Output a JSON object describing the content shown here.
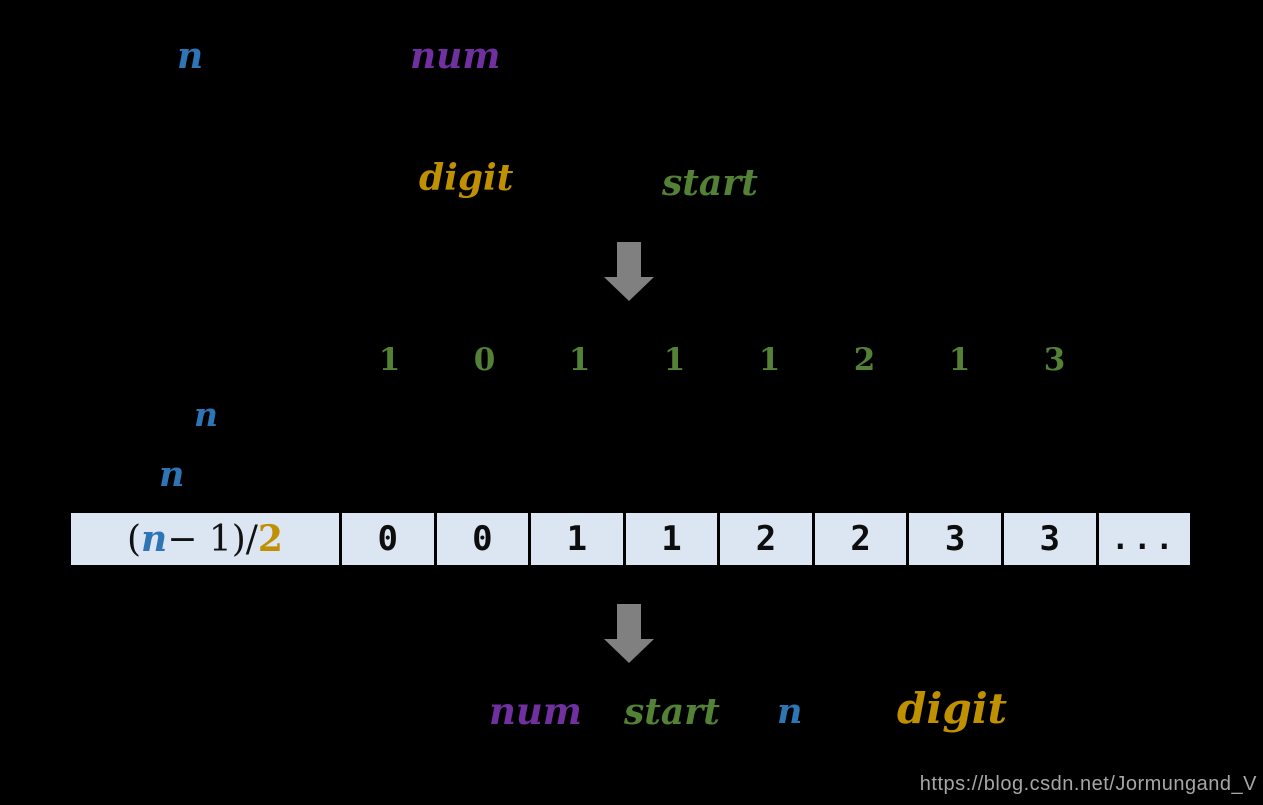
{
  "colors": {
    "background": "#000000",
    "variable_n_blue": "#2E75B6",
    "variable_num_purple": "#7030A0",
    "variable_digit_gold": "#BF9000",
    "variable_start_green": "#538135",
    "arrow_gray": "#808080",
    "table_cell_bg": "#DCE6F2",
    "table_cell_text": "#0D0D0D",
    "watermark_gray": "#A6A6A6"
  },
  "top_labels": {
    "n": "n",
    "num": "num",
    "digit": "digit",
    "start": "start"
  },
  "mid_labels": {
    "n_upper": "n",
    "n_lower": "n"
  },
  "green_digit_row": [
    "1",
    "0",
    "1",
    "1",
    "1",
    "2",
    "1",
    "3"
  ],
  "table": {
    "formula": {
      "open_paren": "(",
      "variable": "n",
      "minus_one_close": " − 1)/",
      "divisor": "2"
    },
    "cells": [
      "0",
      "0",
      "1",
      "1",
      "2",
      "2",
      "3",
      "3",
      "..."
    ]
  },
  "bottom_labels": {
    "num": "num",
    "start": "start",
    "n": "n",
    "digit": "digit"
  },
  "icons": {
    "arrow_top": "down-arrow",
    "arrow_bottom": "down-arrow"
  },
  "watermark": "https://blog.csdn.net/Jormungand_V"
}
